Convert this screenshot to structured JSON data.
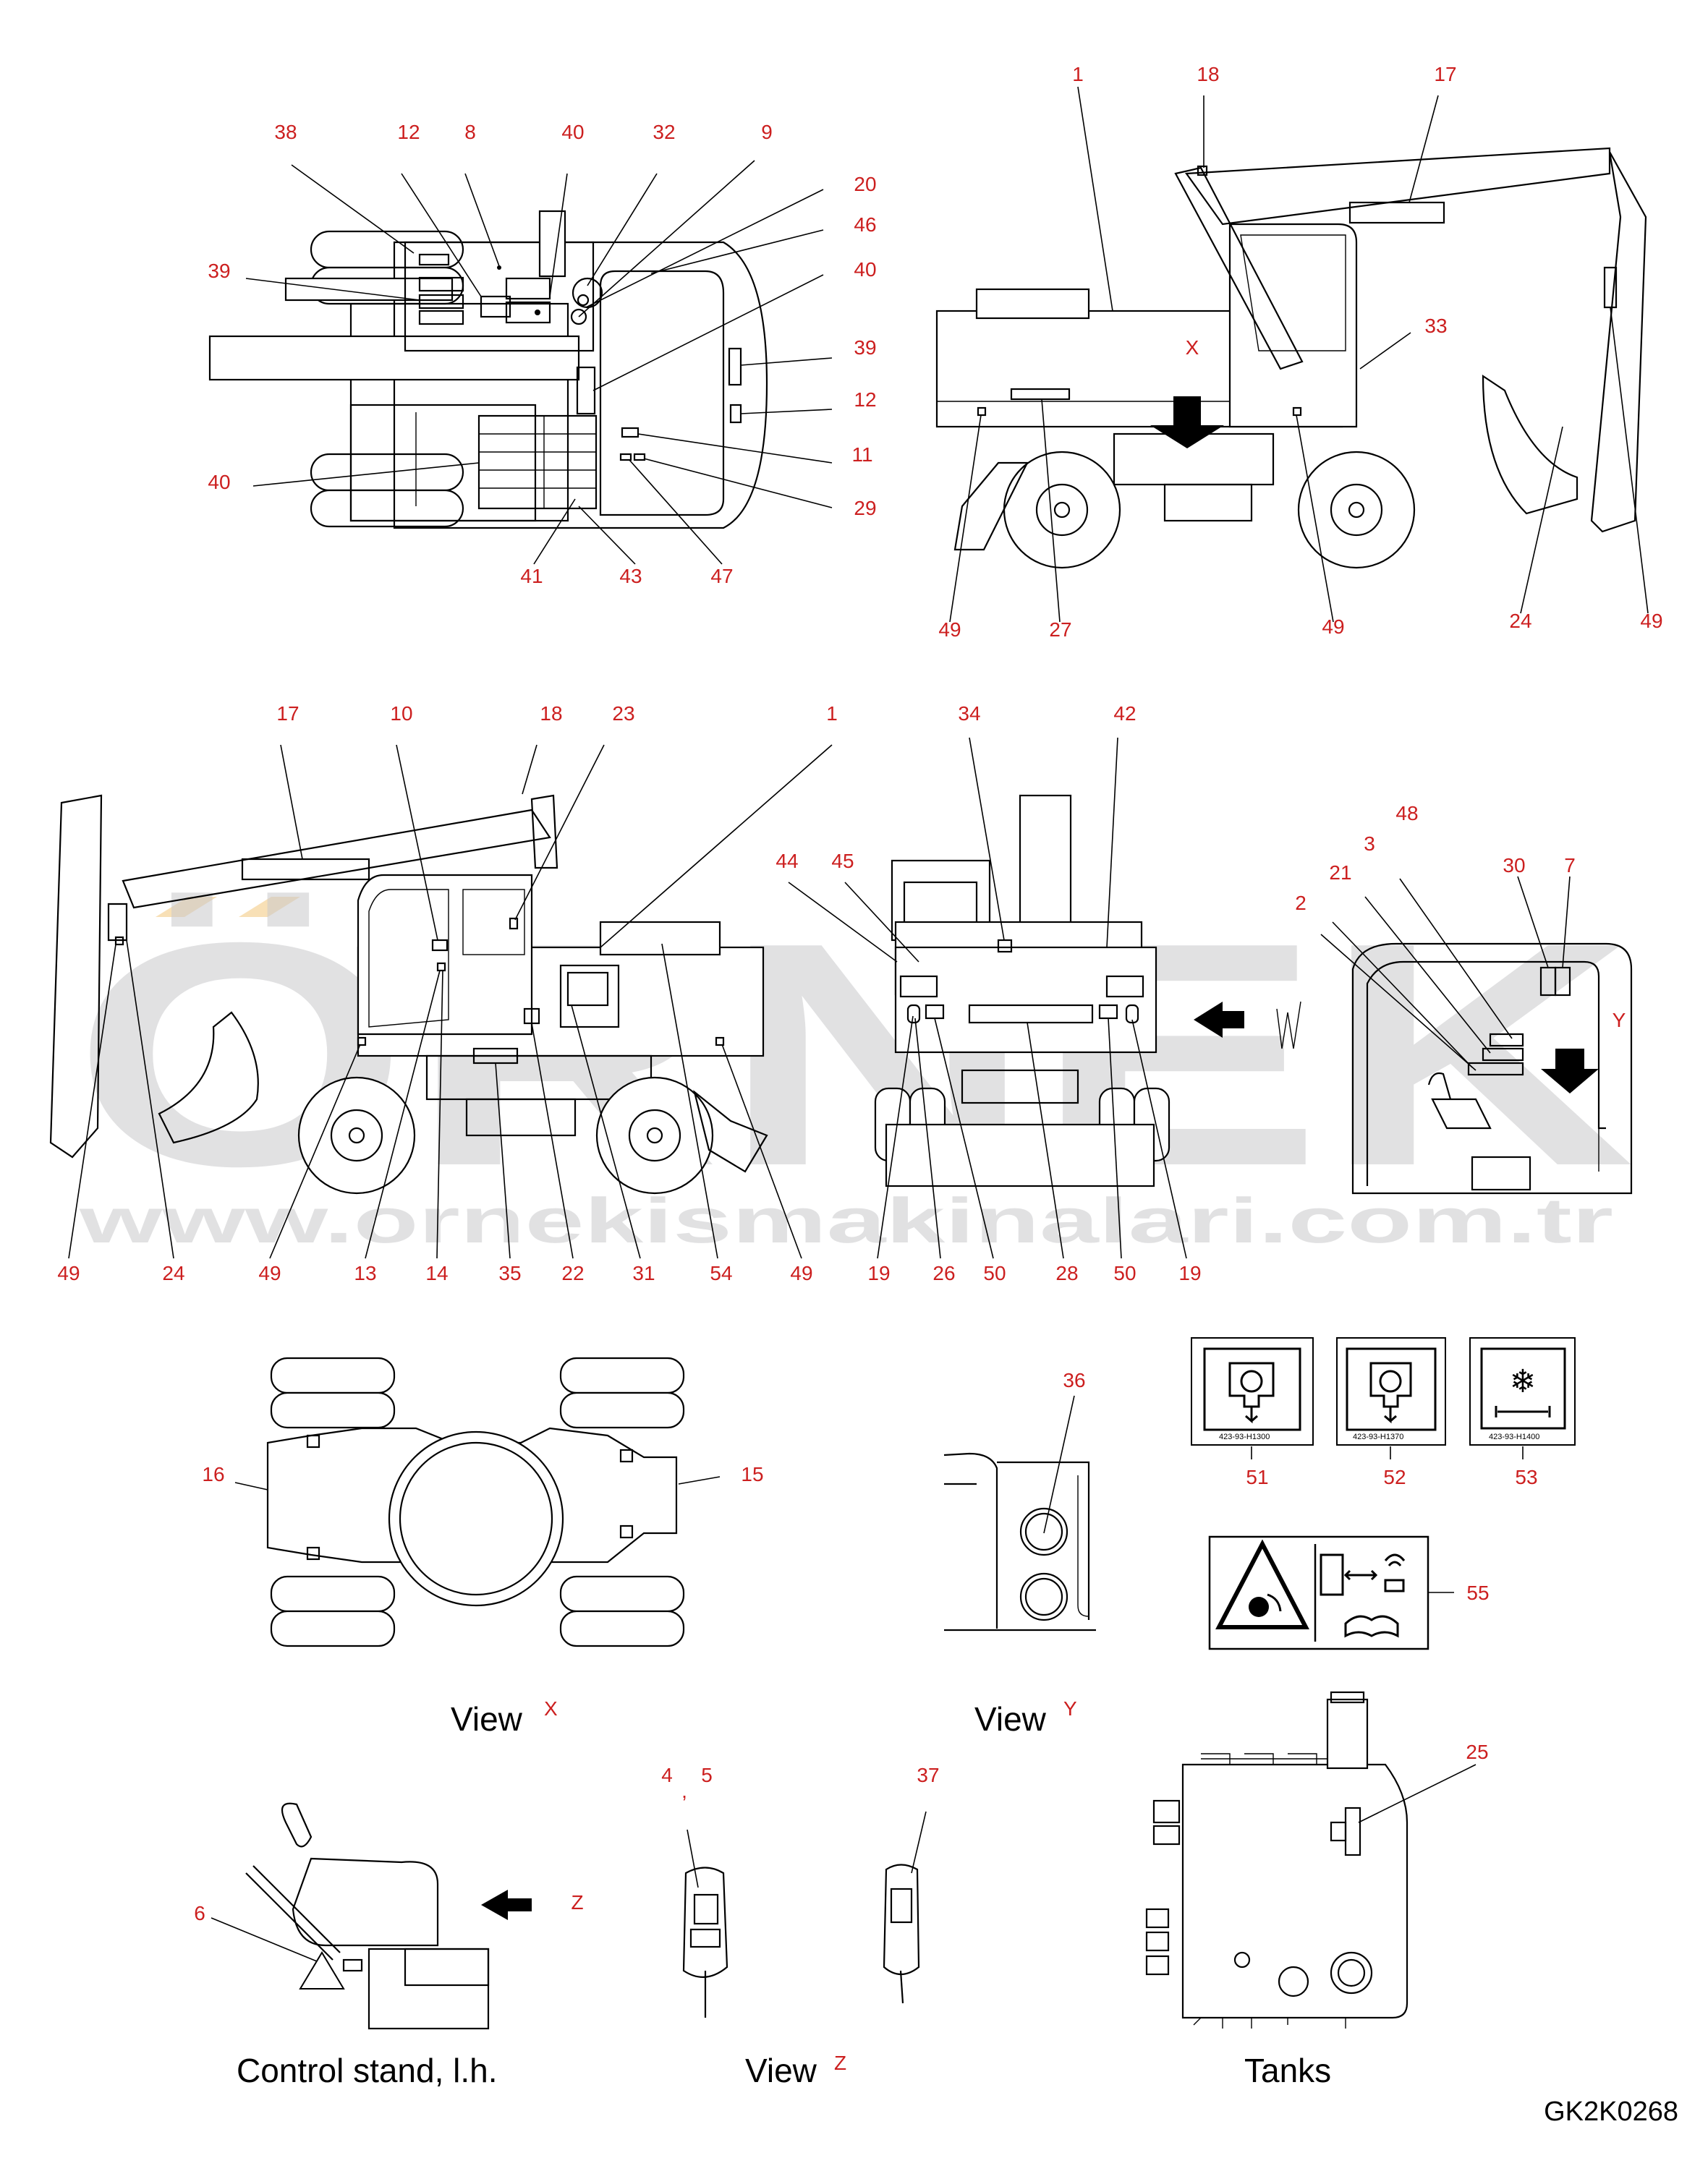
{
  "drawing_id": "GK2K0268",
  "watermark": {
    "brand": "ÖRNEK",
    "url": "www.ornekismakinalari.com.tr"
  },
  "views": {
    "top": {
      "callouts": [
        "38",
        "12",
        "8",
        "40",
        "32",
        "9",
        "20",
        "46",
        "40",
        "39",
        "12",
        "11",
        "29",
        "47",
        "43",
        "41",
        "40",
        "39"
      ]
    },
    "side_right": {
      "callouts": [
        "1",
        "18",
        "17",
        "33",
        "X",
        "49",
        "27",
        "49",
        "24",
        "49"
      ]
    },
    "side_left": {
      "callouts": [
        "17",
        "10",
        "18",
        "23",
        "1",
        "49",
        "24",
        "49",
        "13",
        "14",
        "35",
        "22",
        "31",
        "54",
        "49"
      ]
    },
    "rear": {
      "callouts": [
        "34",
        "42",
        "44",
        "45",
        "19",
        "26",
        "50",
        "28",
        "50",
        "19"
      ]
    },
    "cab_interior": {
      "callouts": [
        "48",
        "3",
        "21",
        "30",
        "7",
        "2",
        "Y"
      ]
    },
    "view_x": {
      "caption": "View",
      "caption_ref": "X",
      "callouts": [
        "16",
        "15"
      ]
    },
    "view_y": {
      "caption": "View",
      "caption_ref": "Y",
      "callouts": [
        "36"
      ]
    },
    "decals": {
      "callouts": [
        "51",
        "52",
        "53",
        "55"
      ],
      "codes": [
        "423-93-H1300",
        "423-93-H1370",
        "423-93-H1400"
      ]
    },
    "control_stand": {
      "caption": "Control stand, l.h.",
      "callouts": [
        "6",
        "Z"
      ]
    },
    "view_z": {
      "caption": "View",
      "caption_ref": "Z",
      "callouts": [
        "4",
        ",",
        "5",
        "37"
      ]
    },
    "tanks": {
      "caption": "Tanks",
      "callouts": [
        "25"
      ]
    }
  }
}
